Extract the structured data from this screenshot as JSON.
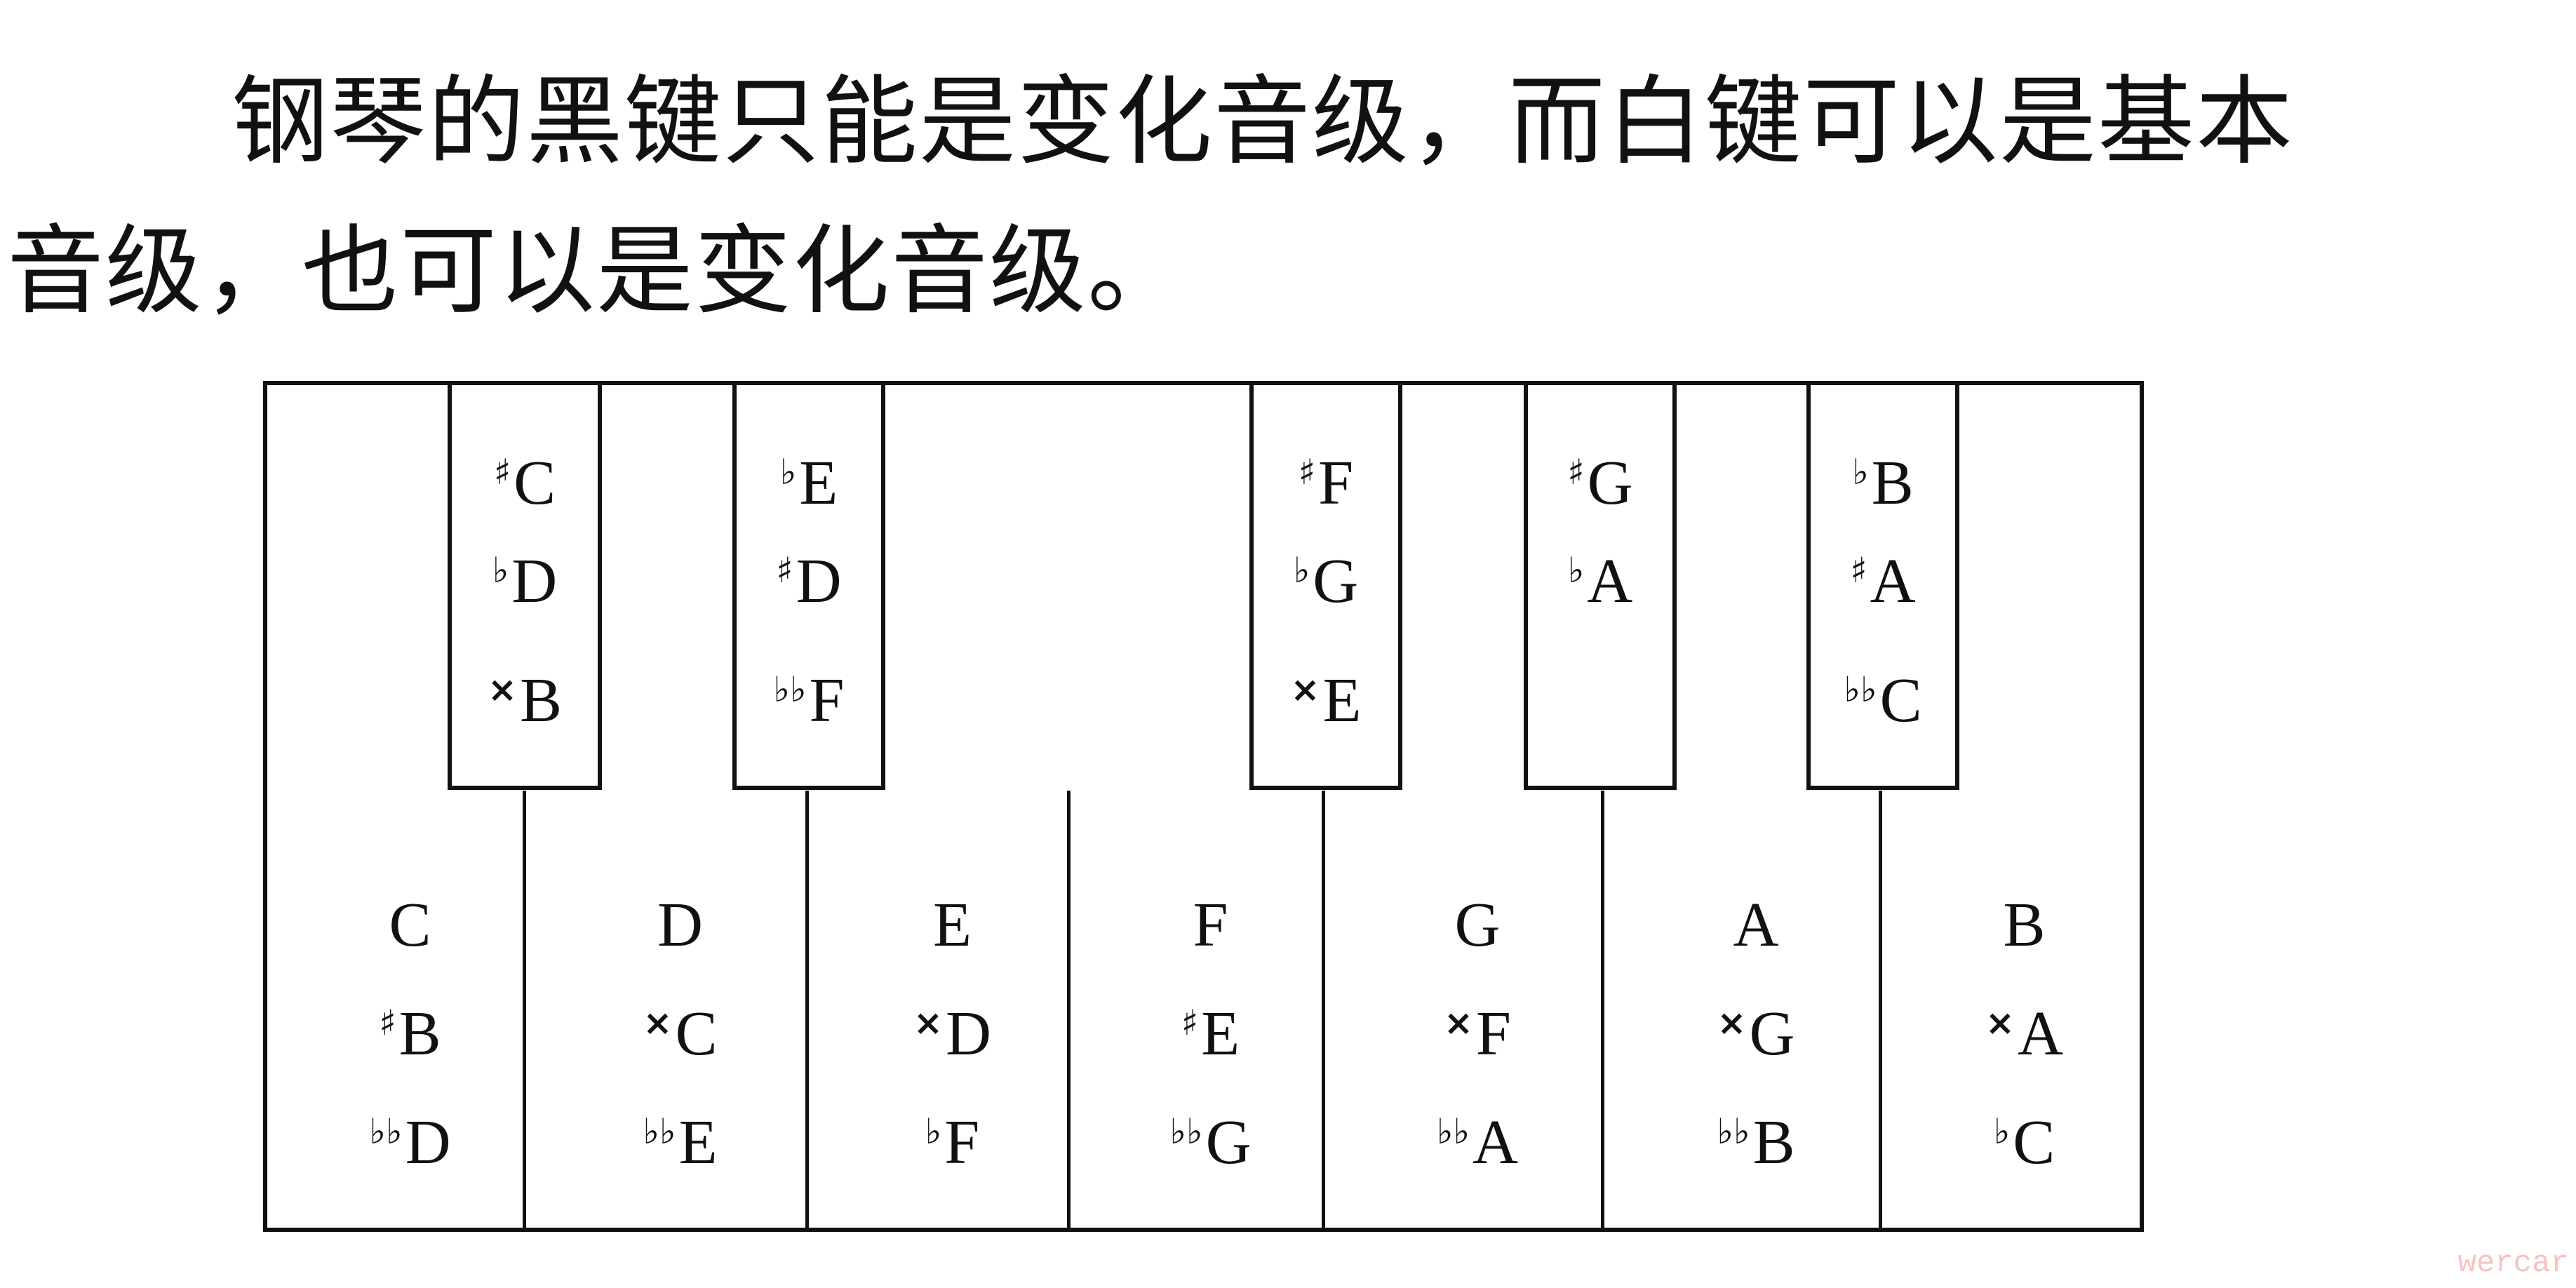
{
  "text": {
    "line1": "钢琴的黑键只能是变化音级，而白键可以是基本",
    "line2": "音级，也可以是变化音级。"
  },
  "white_keys": [
    [
      {
        "acc": "",
        "note": "C"
      },
      {
        "acc": "♯",
        "note": "B"
      },
      {
        "acc": "♭♭",
        "note": "D"
      }
    ],
    [
      {
        "acc": "",
        "note": "D"
      },
      {
        "acc": "×",
        "note": "C"
      },
      {
        "acc": "♭♭",
        "note": "E"
      }
    ],
    [
      {
        "acc": "",
        "note": "E"
      },
      {
        "acc": "×",
        "note": "D"
      },
      {
        "acc": "♭",
        "note": "F"
      }
    ],
    [
      {
        "acc": "",
        "note": "F"
      },
      {
        "acc": "♯",
        "note": "E"
      },
      {
        "acc": "♭♭",
        "note": "G"
      }
    ],
    [
      {
        "acc": "",
        "note": "G"
      },
      {
        "acc": "×",
        "note": "F"
      },
      {
        "acc": "♭♭",
        "note": "A"
      }
    ],
    [
      {
        "acc": "",
        "note": "A"
      },
      {
        "acc": "×",
        "note": "G"
      },
      {
        "acc": "♭♭",
        "note": "B"
      }
    ],
    [
      {
        "acc": "",
        "note": "B"
      },
      {
        "acc": "×",
        "note": "A"
      },
      {
        "acc": "♭",
        "note": "C"
      }
    ]
  ],
  "black_keys": [
    [
      {
        "acc": "♯",
        "note": "C"
      },
      {
        "acc": "♭",
        "note": "D"
      },
      {
        "acc": "×",
        "note": "B"
      }
    ],
    [
      {
        "acc": "♭",
        "note": "E"
      },
      {
        "acc": "♯",
        "note": "D"
      },
      {
        "acc": "♭♭",
        "note": "F"
      }
    ],
    [
      {
        "acc": "♯",
        "note": "F"
      },
      {
        "acc": "♭",
        "note": "G"
      },
      {
        "acc": "×",
        "note": "E"
      }
    ],
    [
      {
        "acc": "♯",
        "note": "G"
      },
      {
        "acc": "♭",
        "note": "A"
      }
    ],
    [
      {
        "acc": "♭",
        "note": "B"
      },
      {
        "acc": "♯",
        "note": "A"
      },
      {
        "acc": "♭♭",
        "note": "C"
      }
    ]
  ],
  "watermark": "wercar"
}
